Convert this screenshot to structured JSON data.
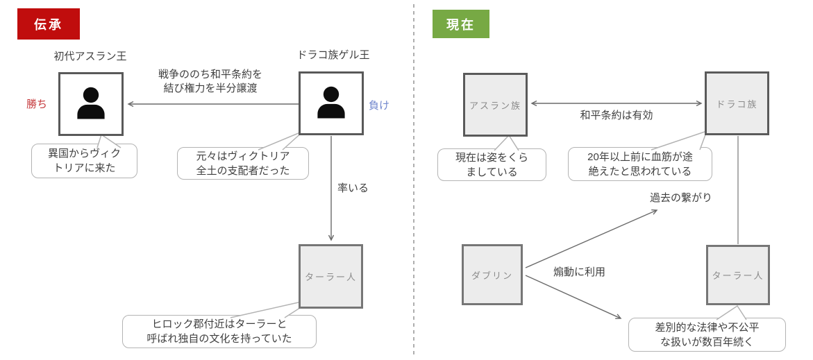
{
  "diagram": {
    "type": "relationship-diagram",
    "divider": "dashed-vertical",
    "colors": {
      "legend_badge": "#c00d0d",
      "present_badge": "#77a944",
      "win_text": "#c5393c",
      "lose_text": "#7086cd",
      "box_border_dark": "#595959",
      "gray_box_fill": "#ececec",
      "bubble_border": "#b3b3b3",
      "line": "#6a6a6a"
    }
  },
  "legend": {
    "badge": "伝承",
    "left_king": {
      "title": "初代アスラン王",
      "status": "勝ち",
      "bubble": "異国からヴィク\nトリアに来た"
    },
    "right_king": {
      "title": "ドラコ族ゲル王",
      "status": "負け",
      "bubble": "元々はヴィクトリア\n全土の支配者だった"
    },
    "treaty_arrow_label": "戦争ののち和平条約を\n結び権力を半分譲渡",
    "lead_arrow_label": "率いる",
    "tarler_box_label": "ターラー人",
    "tarler_bubble": "ヒロック郡付近はターラーと\n呼ばれ独自の文化を持っていた"
  },
  "present": {
    "badge": "現在",
    "aslan_box_label": "アスラン族",
    "draco_box_label": "ドラコ族",
    "dublin_box_label": "ダブリン",
    "tarler_box_label": "ターラー人",
    "treaty_arrow_label": "和平条約は有効",
    "past_connection_label": "過去の繋がり",
    "incite_arrow_label": "煽動に利用",
    "aslan_bubble": "現在は姿をくら\nましている",
    "draco_bubble": "20年以上前に血筋が途\n絶えたと思われている",
    "tarler_bubble": "差別的な法律や不公平\nな扱いが数百年続く"
  }
}
